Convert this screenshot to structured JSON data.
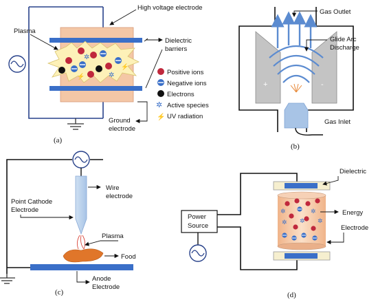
{
  "panel_a": {
    "caption": "(a)",
    "labels": {
      "high_voltage": "High voltage electrode",
      "plasma": "Plasma",
      "dielectric_1": "Dielectric",
      "dielectric_2": "barriers",
      "ground_1": "Ground",
      "ground_2": "electrode"
    },
    "legend": [
      {
        "label": "Positive ions",
        "icon": "positive-ion-icon",
        "color": "#c0283c"
      },
      {
        "label": "Negative ions",
        "icon": "negative-ion-icon",
        "color": "#3a6fc8"
      },
      {
        "label": "Electrons",
        "icon": "electron-icon",
        "color": "#111111"
      },
      {
        "label": "Active species",
        "icon": "active-species-icon",
        "color": "#3a6fc8"
      },
      {
        "label": "UV radiation",
        "icon": "uv-radiation-icon",
        "color": "#3a6fc8"
      }
    ]
  },
  "panel_b": {
    "caption": "(b)",
    "labels": {
      "gas_outlet": "Gas Outlet",
      "glide_1": "Glide Arc",
      "glide_2": "Discharge",
      "gas_inlet": "Gas Inlet",
      "plus": "+",
      "minus": "-"
    }
  },
  "panel_c": {
    "caption": "(c)",
    "labels": {
      "wire_1": "Wire",
      "wire_2": "electrode",
      "point_1": "Point Cathode",
      "point_2": "Electrode",
      "plasma": "Plasma",
      "food": "Food",
      "anode_1": "Anode",
      "anode_2": "Electrode"
    }
  },
  "panel_d": {
    "caption": "(d)",
    "labels": {
      "dielectric": "Dielectric",
      "energy": "Energy",
      "electrode": "Electrode",
      "power_1": "Power",
      "power_2": "Source"
    }
  },
  "colors": {
    "wire": "#27418a",
    "electrode_blue": "#3a6fc8",
    "dielectric_pink": "#f4c7a6",
    "plasma_yellow": "#fdf1b8",
    "gray": "#b9b9b9",
    "food": "#e0762a",
    "dielectric_cream": "#f6efcf"
  }
}
